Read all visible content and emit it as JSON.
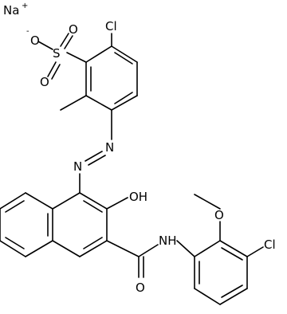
{
  "molecule": {
    "counter_ion": {
      "symbol": "Na",
      "charge": "+"
    },
    "labels": {
      "sulfonate_oxygen_minus": {
        "text": "O",
        "charge": "-"
      },
      "sulfonate_oxygen_upper": "O",
      "sulfonate_sulfur": "S",
      "sulfonate_oxygen_lower": "O",
      "chloro_top": "Cl",
      "azo_n_upper": "N",
      "azo_n_lower": "N",
      "hydroxyl": "OH",
      "methoxy_oxygen": "O",
      "amide_nh": "NH",
      "chloro_right": "Cl",
      "carbonyl_oxygen": "O"
    }
  }
}
